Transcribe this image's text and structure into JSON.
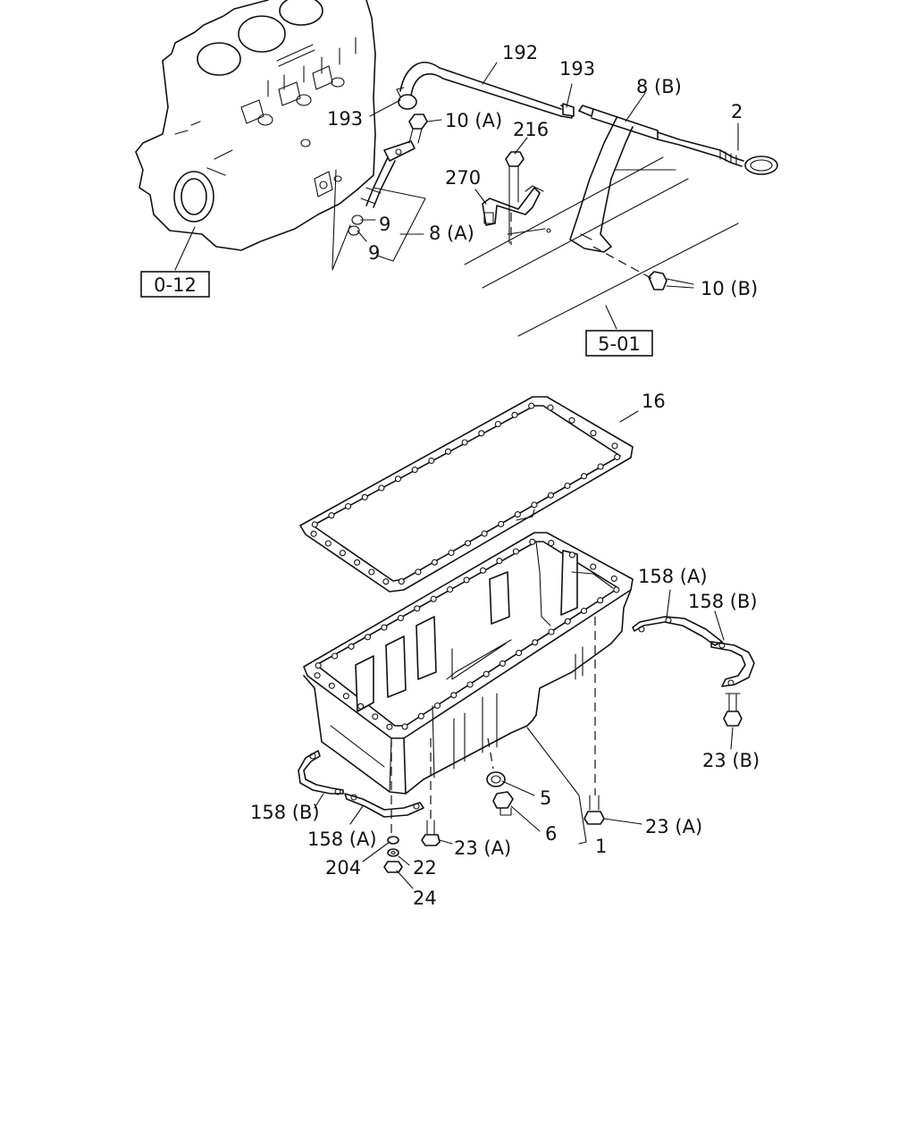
{
  "labels": {
    "l192": "192",
    "l193a": "193",
    "l193b": "193",
    "l8b": "8 (B)",
    "l2": "2",
    "l10a": "10 (A)",
    "l216": "216",
    "l270": "270",
    "l9a": "9",
    "l9b": "9",
    "l8a": "8 (A)",
    "l10b": "10 (B)",
    "l16": "16",
    "l158a_r": "158 (A)",
    "l158b_r": "158 (B)",
    "l23b": "23 (B)",
    "l158b_l": "158 (B)",
    "l158a_l": "158 (A)",
    "l5": "5",
    "l6": "6",
    "l1": "1",
    "l23a_r": "23 (A)",
    "l23a_l": "23 (A)",
    "l204": "204",
    "l22": "22",
    "l24": "24"
  },
  "references": {
    "ref_012": "0-12",
    "ref_501": "5-01"
  }
}
